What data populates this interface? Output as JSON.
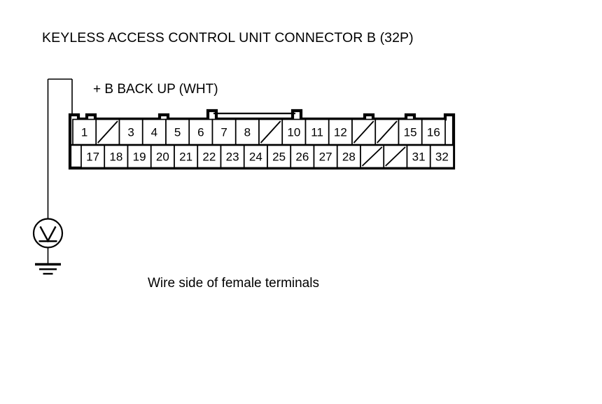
{
  "page": {
    "background_color": "#ffffff",
    "line_color": "#000000"
  },
  "title": "KEYLESS ACCESS CONTROL UNIT CONNECTOR B (32P)",
  "wire_label": "+ B BACK UP (WHT)",
  "caption": "Wire side of female terminals",
  "connector": {
    "name": "Keyless Access Control Unit Connector B",
    "pin_count": "32P",
    "top_row": [
      {
        "label": "1",
        "type": "pin"
      },
      {
        "label": "",
        "type": "blank-slash"
      },
      {
        "label": "3",
        "type": "pin"
      },
      {
        "label": "4",
        "type": "pin"
      },
      {
        "label": "5",
        "type": "pin"
      },
      {
        "label": "6",
        "type": "pin"
      },
      {
        "label": "7",
        "type": "pin"
      },
      {
        "label": "8",
        "type": "pin"
      },
      {
        "label": "",
        "type": "blank-slash"
      },
      {
        "label": "10",
        "type": "pin"
      },
      {
        "label": "11",
        "type": "pin"
      },
      {
        "label": "12",
        "type": "pin"
      },
      {
        "label": "",
        "type": "blank-slash"
      },
      {
        "label": "",
        "type": "blank-slash"
      },
      {
        "label": "15",
        "type": "pin"
      },
      {
        "label": "16",
        "type": "pin"
      }
    ],
    "bottom_row": [
      {
        "label": "17",
        "type": "pin"
      },
      {
        "label": "18",
        "type": "pin"
      },
      {
        "label": "19",
        "type": "pin"
      },
      {
        "label": "20",
        "type": "pin"
      },
      {
        "label": "21",
        "type": "pin"
      },
      {
        "label": "22",
        "type": "pin"
      },
      {
        "label": "23",
        "type": "pin"
      },
      {
        "label": "24",
        "type": "pin"
      },
      {
        "label": "25",
        "type": "pin"
      },
      {
        "label": "26",
        "type": "pin"
      },
      {
        "label": "27",
        "type": "pin"
      },
      {
        "label": "28",
        "type": "pin"
      },
      {
        "label": "",
        "type": "blank-slash"
      },
      {
        "label": "",
        "type": "blank-slash"
      },
      {
        "label": "31",
        "type": "pin"
      },
      {
        "label": "32",
        "type": "pin"
      }
    ]
  },
  "measurement": {
    "instrument": "voltmeter",
    "instrument_symbol": "V",
    "probe_pin": "1",
    "reference": "ground"
  }
}
